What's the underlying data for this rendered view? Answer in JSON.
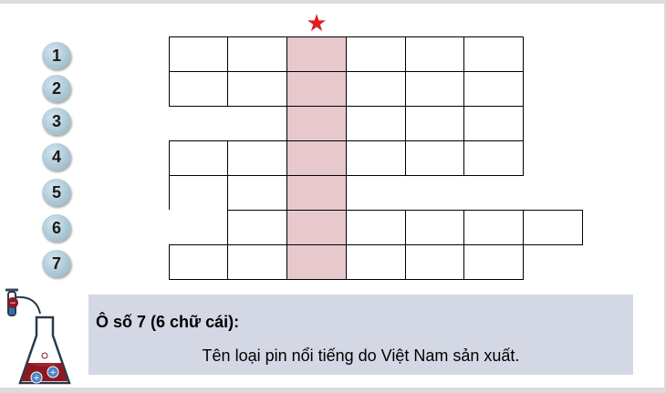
{
  "row_numbers": [
    "1",
    "2",
    "3",
    "4",
    "5",
    "6",
    "7"
  ],
  "question": {
    "title": "Ô số 7 (6 chữ cái):",
    "text": "Tên loại pin nổi tiếng do Việt Nam sản xuất."
  },
  "icons": {
    "star": "star-icon",
    "flask": "lab-flask-battery-icon"
  },
  "colors": {
    "keyword_column": "#e6c8cd",
    "number_badge": "#a9c6d4",
    "question_panel": "#d3d8e4",
    "star": "#e02020"
  }
}
